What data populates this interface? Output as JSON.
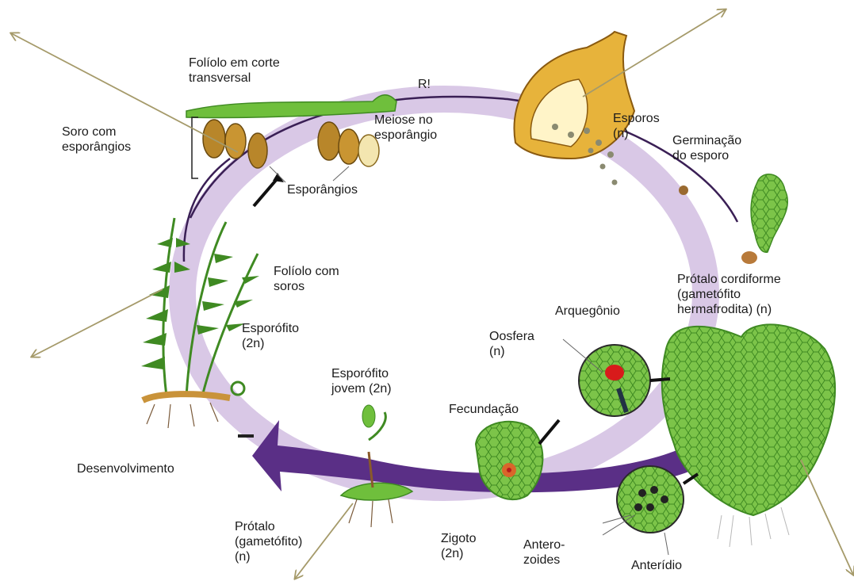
{
  "diagram": {
    "labels": {
      "foliolo_corte": [
        "Folíolo em corte",
        "transversal"
      ],
      "r": "R!",
      "soro": [
        "Soro com",
        "esporângios"
      ],
      "meiose": [
        "Meiose no",
        "esporângio"
      ],
      "esporangios": "Esporângios",
      "esporos": [
        "Esporos",
        "(n)"
      ],
      "germinacao": [
        "Germinação",
        "do esporo"
      ],
      "foliolo_soros": [
        "Folíolo com",
        "soros"
      ],
      "protalo_cordiforme": [
        "Prótalo cordiforme",
        "(gametófito",
        "hermafrodita) (n)"
      ],
      "arquegonio": "Arquegônio",
      "oosfera": [
        "Oosfera",
        "(n)"
      ],
      "esporofito": [
        "Esporófito",
        "(2n)"
      ],
      "esporofito_jovem": [
        "Esporófito",
        "jovem (2n)"
      ],
      "fecundacao": "Fecundação",
      "desenvolvimento": "Desenvolvimento",
      "protalo": [
        "Prótalo",
        "(gametófito)",
        "(n)"
      ],
      "zigoto": [
        "Zigoto",
        "(2n)"
      ],
      "anterozoides": [
        "Antero-",
        "zoides"
      ],
      "anteridio": "Anterídio"
    },
    "colors": {
      "cycle_ring": "#d9c8e6",
      "cycle_arrow": "#5a2f86",
      "plant_green": "#4a9a2a",
      "leaf_light": "#7cc449",
      "sporangia": "#b8862a",
      "annotation_arrows": "#a59a6a"
    }
  }
}
